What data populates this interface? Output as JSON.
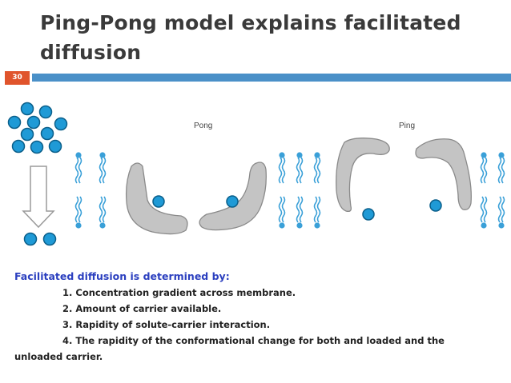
{
  "slide": {
    "title_line1": "Ping-Pong model explains facilitated",
    "title_line2": "diffusion",
    "number": "30"
  },
  "figure": {
    "label_pong": "Pong",
    "label_ping": "Ping",
    "colors": {
      "solute": "#1f9ad6",
      "solute_outline": "#0b5f8a",
      "carrier": "#c4c4c4",
      "lipid": "#3aa0d8",
      "accent": "#e0542c",
      "header_bar": "#4a90c8"
    }
  },
  "content": {
    "lead": "Facilitated diffusion is determined by:",
    "items": [
      "1. Concentration gradient across membrane.",
      "2. Amount of carrier available.",
      "3. Rapidity of solute-carrier interaction.",
      "4. The rapidity of the conformational change for both and loaded and the"
    ],
    "item4_continuation": "unloaded carrier."
  }
}
